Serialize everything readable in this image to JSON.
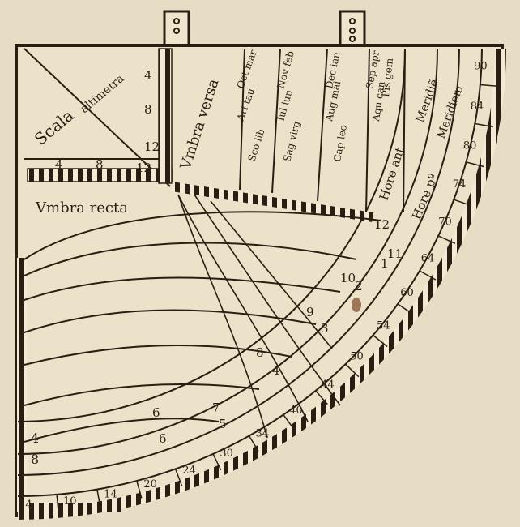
{
  "labels": {
    "scala": "Scala",
    "altimetra": "altimetra",
    "umbra_versa": "Vmbra versa",
    "umbra_recta": "Vmbra recta",
    "hore_ante": "Hore ant",
    "hore_post": "Hore pº",
    "meridie": "Meridiẽ",
    "meridiem": "Meridiem"
  },
  "scale_numbers": {
    "vertical": [
      "4",
      "8",
      "12"
    ],
    "horizontal": [
      "4",
      "8",
      "12"
    ]
  },
  "zodiac_months": [
    "Sco lib",
    "Sag virg",
    "Cap leo",
    "Aqu can",
    "Pis gem",
    "Ari tau",
    "Iul iun",
    "Aug mai",
    "Sep apr",
    "Oct mar",
    "Nov feb",
    "Dec ian"
  ],
  "hour_numbers": [
    "12",
    "11",
    "1",
    "10",
    "2",
    "9",
    "3",
    "8",
    "4",
    "7",
    "5",
    "6",
    "6"
  ],
  "degree_numbers": [
    "4",
    "10",
    "14",
    "20",
    "24",
    "30",
    "34",
    "40",
    "44",
    "50",
    "54",
    "60",
    "64",
    "70",
    "74",
    "80",
    "84",
    "90"
  ],
  "left_scale": [
    "4",
    "8"
  ],
  "colors": {
    "paper": "#e7dcc4",
    "ink": "#2a1e12",
    "stain": "#8a5a3a"
  }
}
